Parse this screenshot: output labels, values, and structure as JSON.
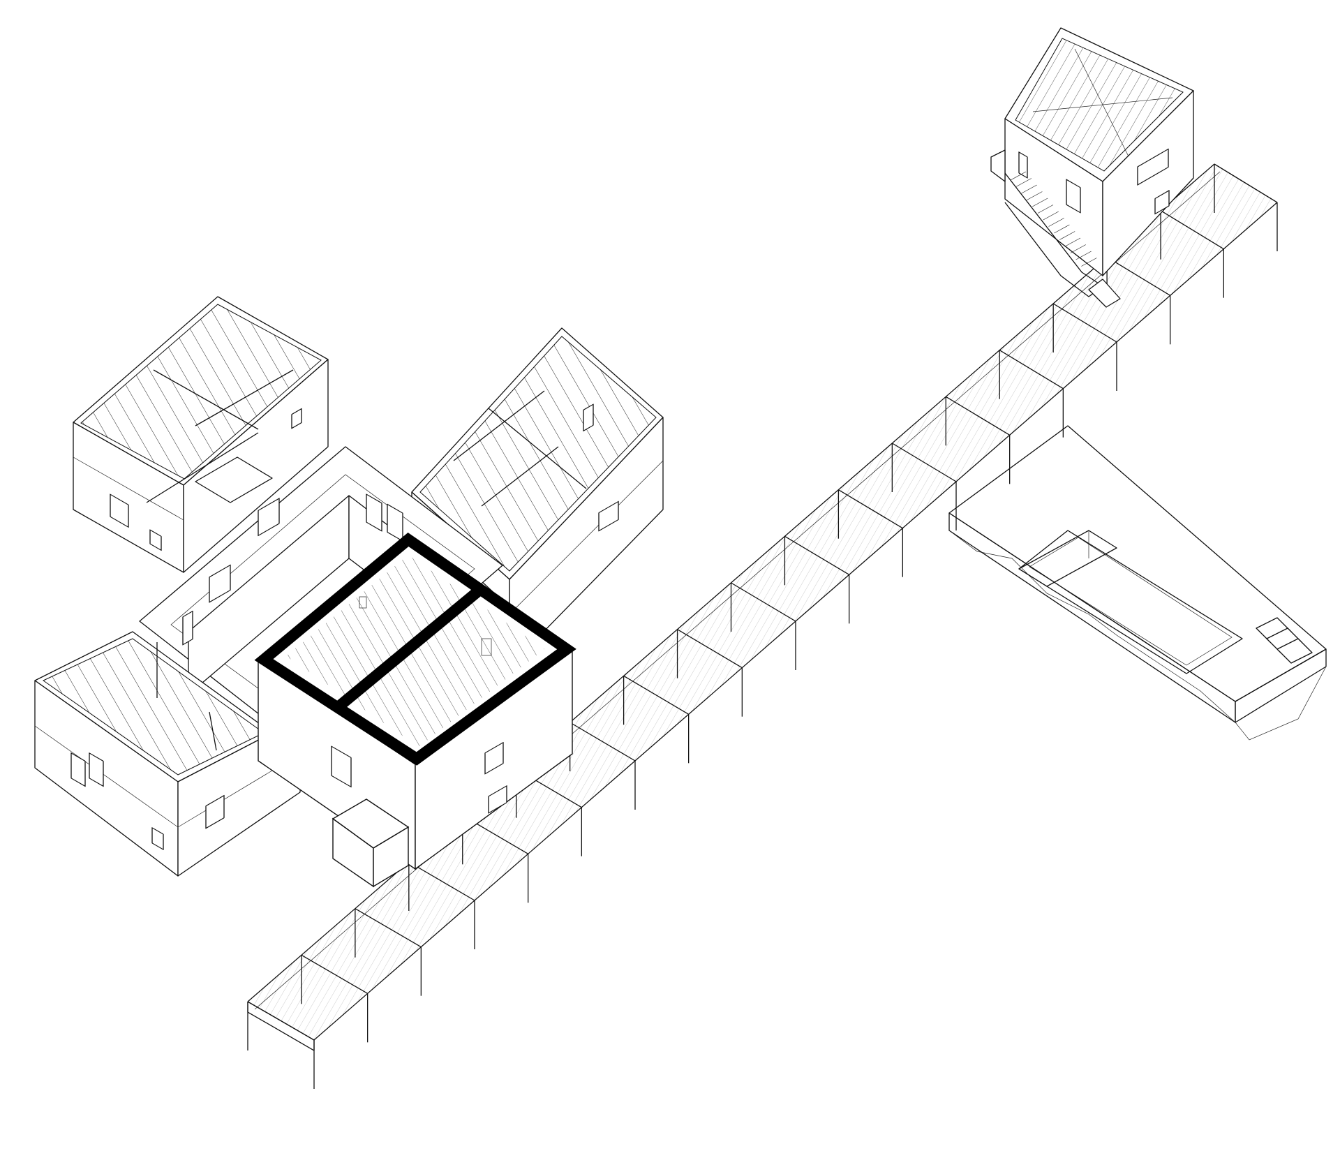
{
  "drawing": {
    "kind": "axonometric architectural drawing",
    "palette": {
      "line": "#111111",
      "highlight": "#000000",
      "paper": "#ffffff"
    },
    "components": [
      "north-wing",
      "east-wing",
      "west-wing",
      "central-link",
      "stone-volume",
      "stone-annex",
      "covered-walkway",
      "pool-terrace",
      "pool",
      "observation-tower",
      "tower-stair"
    ]
  }
}
